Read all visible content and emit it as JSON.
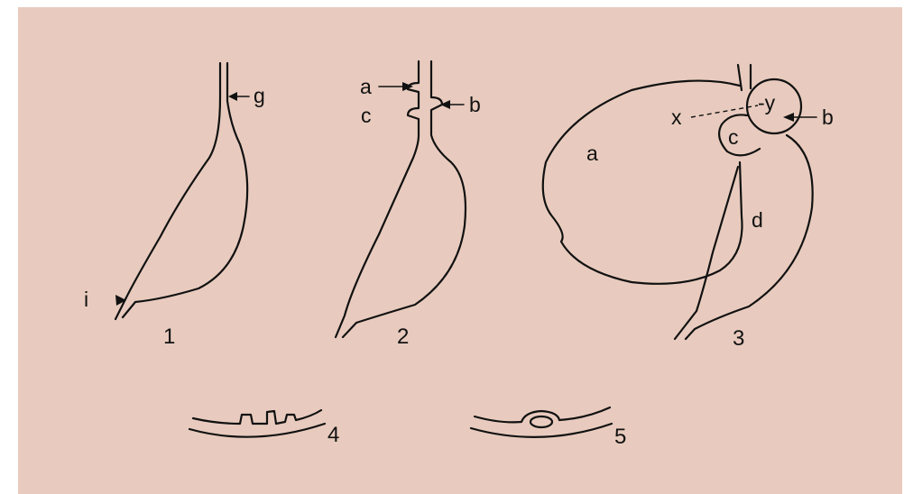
{
  "figures": [
    {
      "number": "1",
      "labels": {
        "g": "g",
        "i": "i"
      }
    },
    {
      "number": "2",
      "labels": {
        "a": "a",
        "b": "b",
        "c": "c"
      }
    },
    {
      "number": "3",
      "labels": {
        "a": "a",
        "b": "b",
        "c": "c",
        "d": "d",
        "x": "x",
        "y": "-y"
      }
    },
    {
      "number": "4"
    },
    {
      "number": "5"
    }
  ],
  "colors": {
    "background": "#e8cbbe",
    "line": "#111111"
  }
}
